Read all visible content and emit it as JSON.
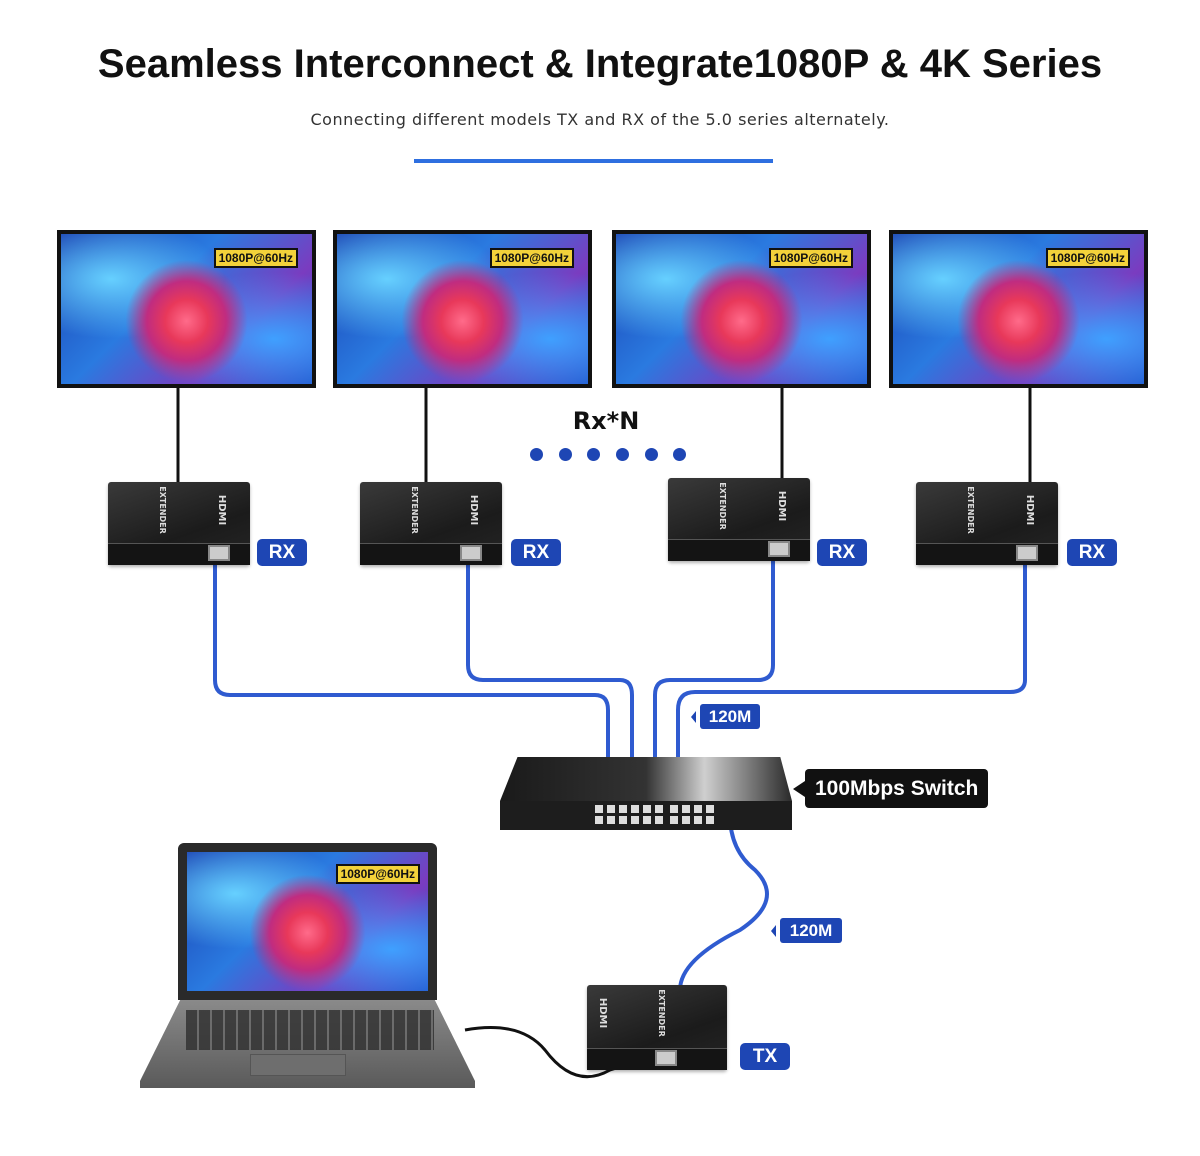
{
  "header": {
    "title": "Seamless Interconnect & Integrate1080P & 4K Series",
    "subtitle": "Connecting different models TX and RX of the 5.0 series alternately."
  },
  "monitors": [
    {
      "resolution": "1080P@60Hz"
    },
    {
      "resolution": "1080P@60Hz"
    },
    {
      "resolution": "1080P@60Hz"
    },
    {
      "resolution": "1080P@60Hz"
    }
  ],
  "receivers": [
    {
      "label": "RX"
    },
    {
      "label": "RX"
    },
    {
      "label": "RX"
    },
    {
      "label": "RX"
    }
  ],
  "rx_count_label": "Rx*N",
  "cable_length_top": "120M",
  "cable_length_bottom": "120M",
  "switch": {
    "label": "100Mbps Switch"
  },
  "laptop": {
    "resolution": "1080P@60Hz"
  },
  "transmitter": {
    "label": "TX",
    "logo": "HDMI",
    "sublogo": "EXTENDER"
  },
  "device_logo": "HDMI",
  "device_sublogo": "EXTENDER",
  "colors": {
    "accent": "#1e46b4",
    "rule": "#2e6fe0",
    "badge": "#f3d23a",
    "cable": "#2f5bd0"
  }
}
